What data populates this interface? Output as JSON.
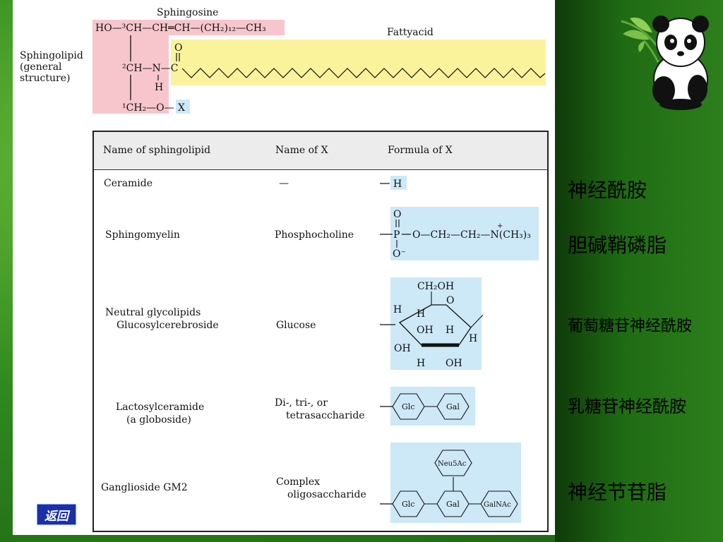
{
  "structure": {
    "sphingosine_label": "Sphingosine",
    "fattyacid_label": "Fattyacid",
    "sphingolipid_label": [
      "Sphingolipid",
      "(general",
      "structure)"
    ],
    "chain_formula": "HO—³CH—CH═CH—(CH₂)₁₂—CH₃",
    "c2_group": "²CH—N—C",
    "h_label": "H",
    "o_label": "O",
    "c1_group": "¹CH₂—O—",
    "x_label": "X"
  },
  "table": {
    "headers": [
      "Name of sphingolipid",
      "Name of X",
      "Formula of X"
    ],
    "rows": [
      {
        "name": [
          "Ceramide"
        ],
        "x_name": [
          "—"
        ],
        "formula": "—H"
      },
      {
        "name": [
          "Sphingomyelin"
        ],
        "x_name": [
          "Phosphocholine"
        ],
        "formula": "—P—O—CH₂—CH₂—N(CH₃)₃"
      },
      {
        "name": [
          "Neutral glycolipids",
          "Glucosylcerebroside"
        ],
        "x_name": [
          "Glucose"
        ],
        "formula": "glucose-ring"
      },
      {
        "name": [
          "Lactosylceramide",
          "(a globoside)"
        ],
        "x_name": [
          "Di-, tri-, or",
          "tetrasaccharide"
        ],
        "formula": "Glc-Gal"
      },
      {
        "name": [
          "Ganglioside GM2"
        ],
        "x_name": [
          "Complex",
          "oligosaccharide"
        ],
        "formula": "Glc-Gal-GalNAc-Neu5Ac"
      }
    ]
  },
  "formula_text": {
    "h": "H",
    "p_o_top": "O",
    "p": "P",
    "o_minus": "O⁻",
    "sm_chain": "O—CH₂—CH₂—N(CH₃)₃",
    "plus": "+",
    "ch2oh": "CH₂OH",
    "ring_o": "O",
    "oh": "OH",
    "glc": "Glc",
    "gal": "Gal",
    "galnac": "GalNAc",
    "neu5ac": "Neu5Ac"
  },
  "chinese_labels": [
    "神经酰胺",
    "胆碱鞘磷脂",
    "葡萄糖苷神经酰胺",
    "乳糖苷神经酰胺",
    "神经节苷脂"
  ],
  "back_button": "返回",
  "colors": {
    "pink": "#f7c6cc",
    "yellow": "#fbf39c",
    "blue": "#cde8f7"
  }
}
